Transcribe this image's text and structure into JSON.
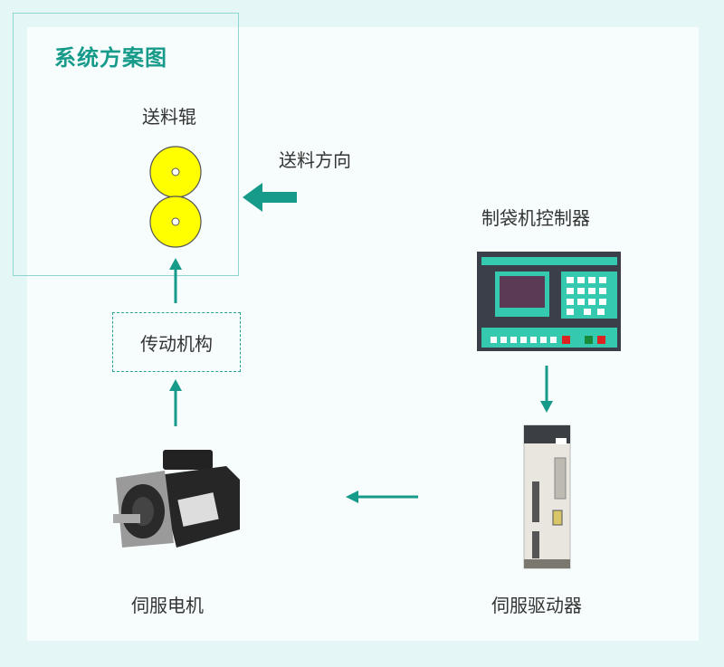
{
  "title": "系统方案图",
  "labels": {
    "feed_roller": "送料辊",
    "feed_direction": "送料方向",
    "transmission": "传动机构",
    "controller": "制袋机控制器",
    "servo_motor": "伺服电机",
    "servo_driver": "伺服驱动器"
  },
  "colors": {
    "accent": "#169a8a",
    "roller": "#ffff00"
  }
}
